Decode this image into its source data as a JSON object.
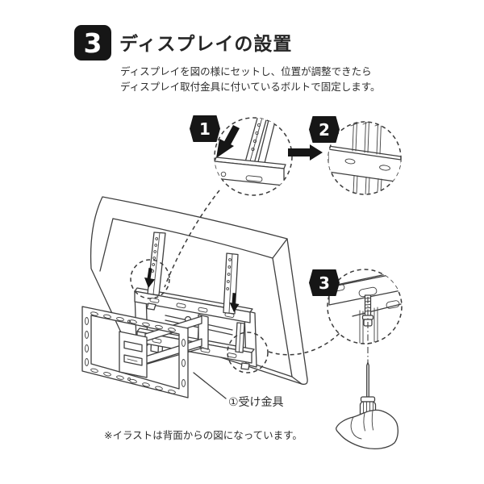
{
  "page": {
    "background": "#ffffff"
  },
  "header": {
    "step_number": "3",
    "title": "ディスプレイの設置",
    "description_line1": "ディスプレイを図の様にセットし、位置が調整できたら",
    "description_line2": "ディスプレイ取付金具に付いているボルトで固定します。"
  },
  "callouts": {
    "step1": "1",
    "step2": "2",
    "step3": "3"
  },
  "diagram": {
    "part_label": "①受け金具",
    "footnote": "※イラストは背面からの図になっています。"
  },
  "icons": {
    "step_arrow": "right-arrow",
    "insert_arrow": "down-arrow",
    "detail_view": "dashed-zoom-circle",
    "tool": "screwdriver-in-hand"
  },
  "colors": {
    "line": "#3f3f3f",
    "accent_black": "#161616",
    "text": "#2e2e2e"
  }
}
